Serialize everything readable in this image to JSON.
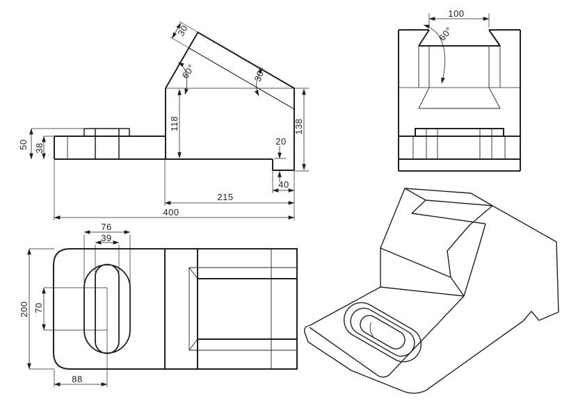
{
  "colors": {
    "background": "#ffffff",
    "line": "#1f1f1f"
  },
  "views": {
    "front_view": {
      "dimensions": {
        "plate_thickness": "30",
        "left_angle": "60°",
        "incline_angle": "30°",
        "inner_height": "118",
        "overall_height": "138",
        "step_height": "20",
        "foot_width": "40",
        "right_length": "215",
        "overall_length": "400",
        "boss_height": "50",
        "base_thickness": "38"
      }
    },
    "side_view": {
      "dimensions": {
        "notch_width": "100",
        "notch_angle": "60°"
      }
    },
    "top_view": {
      "dimensions": {
        "slot_outer_width": "76",
        "slot_inner_width": "39",
        "slot_center_spacing": "70",
        "overall_depth": "200",
        "slot_center_offset": "88"
      }
    }
  }
}
